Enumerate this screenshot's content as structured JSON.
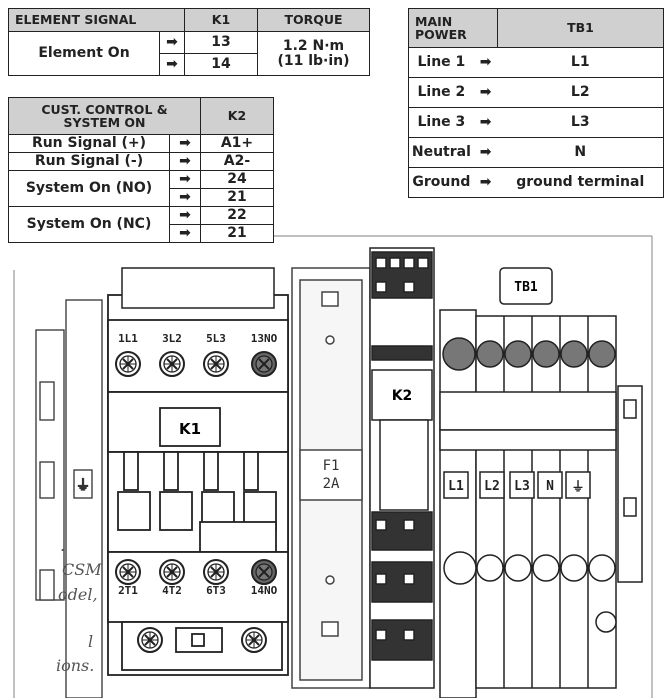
{
  "element_table": {
    "headers": [
      "ELEMENT SIGNAL",
      "K1",
      "TORQUE"
    ],
    "row_label": "Element On",
    "arrow": "➡",
    "terminals": [
      "13",
      "14"
    ],
    "torque_line1": "1.2 N·m",
    "torque_line2": "(11 lb·in)"
  },
  "control_table": {
    "header_line1": "CUST. CONTROL &",
    "header_line2": "SYSTEM ON",
    "header_k": "K2",
    "arrow": "➡",
    "rows": [
      {
        "label": "Run Signal (+)",
        "terminal": "A1+"
      },
      {
        "label": "Run Signal (-)",
        "terminal": "A2-"
      },
      {
        "label": "System On (NO)",
        "terminals": [
          "24",
          "21"
        ]
      },
      {
        "label": "System On (NC)",
        "terminals": [
          "22",
          "21"
        ]
      }
    ]
  },
  "main_table": {
    "header_line1": "MAIN",
    "header_line2": "POWER",
    "header_tb": "TB1",
    "arrow": "➡",
    "rows": [
      {
        "label": "Line 1",
        "terminal": "L1"
      },
      {
        "label": "Line 2",
        "terminal": "L2"
      },
      {
        "label": "Line 3",
        "terminal": "L3"
      },
      {
        "label": "Neutral",
        "terminal": "N"
      },
      {
        "label": "Ground",
        "terminal": "ground terminal"
      }
    ]
  },
  "diagram": {
    "contactor_label": "K1",
    "contactor_top_terminals": [
      "1L1",
      "3L2",
      "5L3",
      "13NO"
    ],
    "contactor_bottom_terminals": [
      "2T1",
      "4T2",
      "6T3",
      "14NO"
    ],
    "fuse_label_line1": "F1",
    "fuse_label_line2": "2A",
    "relay_label": "K2",
    "terminal_block_label": "TB1",
    "terminal_block_labels": [
      "L1",
      "L2",
      "L3",
      "N"
    ],
    "ground_symbol": "⏚"
  },
  "cutoff_note": {
    "line1": ".",
    "line2": "CSM",
    "line3": "odel,",
    "line4": "l",
    "line5": "ions."
  }
}
